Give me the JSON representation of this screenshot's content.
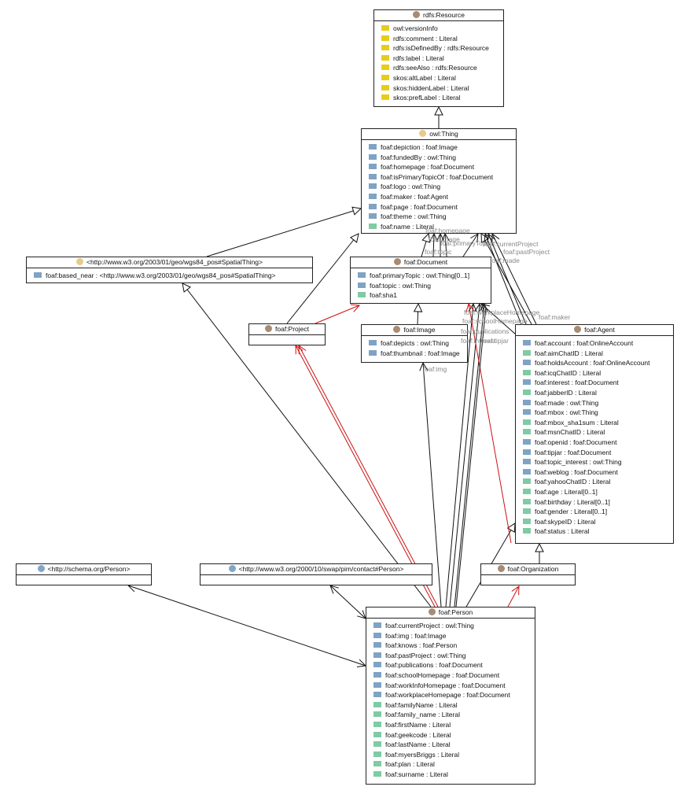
{
  "nodes": {
    "resource": {
      "title": "rdfs:Resource",
      "props": [
        {
          "label": "owl:versionInfo",
          "kind": "y"
        },
        {
          "label": "rdfs:comment : Literal",
          "kind": "y"
        },
        {
          "label": "rdfs:isDefinedBy : rdfs:Resource",
          "kind": "y"
        },
        {
          "label": "rdfs:label : Literal",
          "kind": "y"
        },
        {
          "label": "rdfs:seeAlso : rdfs:Resource",
          "kind": "y"
        },
        {
          "label": "skos:altLabel : Literal",
          "kind": "y"
        },
        {
          "label": "skos:hiddenLabel : Literal",
          "kind": "y"
        },
        {
          "label": "skos:prefLabel : Literal",
          "kind": "y"
        }
      ]
    },
    "thing": {
      "title": "owl:Thing",
      "props": [
        {
          "label": "foaf:depiction : foaf:Image",
          "kind": "b"
        },
        {
          "label": "foaf:fundedBy : owl:Thing",
          "kind": "b"
        },
        {
          "label": "foaf:homepage : foaf:Document",
          "kind": "b"
        },
        {
          "label": "foaf:isPrimaryTopicOf : foaf:Document",
          "kind": "b"
        },
        {
          "label": "foaf:logo : owl:Thing",
          "kind": "b"
        },
        {
          "label": "foaf:maker : foaf:Agent",
          "kind": "b"
        },
        {
          "label": "foaf:page : foaf:Document",
          "kind": "b"
        },
        {
          "label": "foaf:theme : owl:Thing",
          "kind": "b"
        },
        {
          "label": "foaf:name : Literal",
          "kind": "g"
        }
      ]
    },
    "spatial": {
      "title": "<http://www.w3.org/2003/01/geo/wgs84_pos#SpatialThing>",
      "props": [
        {
          "label": "foaf:based_near : <http://www.w3.org/2003/01/geo/wgs84_pos#SpatialThing>",
          "kind": "b"
        }
      ]
    },
    "document": {
      "title": "foaf:Document",
      "props": [
        {
          "label": "foaf:primaryTopic : owl:Thing[0..1]",
          "kind": "b"
        },
        {
          "label": "foaf:topic : owl:Thing",
          "kind": "b"
        },
        {
          "label": "foaf:sha1",
          "kind": "g"
        }
      ]
    },
    "project": {
      "title": "foaf:Project",
      "props": []
    },
    "image": {
      "title": "foaf:Image",
      "props": [
        {
          "label": "foaf:depicts : owl:Thing",
          "kind": "b"
        },
        {
          "label": "foaf:thumbnail : foaf:Image",
          "kind": "b"
        }
      ]
    },
    "agent": {
      "title": "foaf:Agent",
      "props": [
        {
          "label": "foaf:account : foaf:OnlineAccount",
          "kind": "b"
        },
        {
          "label": "foaf:aimChatID : Literal",
          "kind": "g"
        },
        {
          "label": "foaf:holdsAccount : foaf:OnlineAccount",
          "kind": "b"
        },
        {
          "label": "foaf:icqChatID : Literal",
          "kind": "g"
        },
        {
          "label": "foaf:interest : foaf:Document",
          "kind": "b"
        },
        {
          "label": "foaf:jabberID : Literal",
          "kind": "g"
        },
        {
          "label": "foaf:made : owl:Thing",
          "kind": "b"
        },
        {
          "label": "foaf:mbox : owl:Thing",
          "kind": "b"
        },
        {
          "label": "foaf:mbox_sha1sum : Literal",
          "kind": "g"
        },
        {
          "label": "foaf:msnChatID : Literal",
          "kind": "g"
        },
        {
          "label": "foaf:openid : foaf:Document",
          "kind": "b"
        },
        {
          "label": "foaf:tipjar : foaf:Document",
          "kind": "b"
        },
        {
          "label": "foaf:topic_interest : owl:Thing",
          "kind": "b"
        },
        {
          "label": "foaf:weblog : foaf:Document",
          "kind": "b"
        },
        {
          "label": "foaf:yahooChatID : Literal",
          "kind": "g"
        },
        {
          "label": "foaf:age : Literal[0..1]",
          "kind": "g"
        },
        {
          "label": "foaf:birthday : Literal[0..1]",
          "kind": "g"
        },
        {
          "label": "foaf:gender : Literal[0..1]",
          "kind": "g"
        },
        {
          "label": "foaf:skypeID : Literal",
          "kind": "g"
        },
        {
          "label": "foaf:status : Literal",
          "kind": "g"
        }
      ]
    },
    "schema": {
      "title": "<http://schema.org/Person>",
      "props": []
    },
    "contact": {
      "title": "<http://www.w3.org/2000/10/swap/pim/contact#Person>",
      "props": []
    },
    "organization": {
      "title": "foaf:Organization",
      "props": []
    },
    "person": {
      "title": "foaf:Person",
      "props": [
        {
          "label": "foaf:currentProject : owl:Thing",
          "kind": "b"
        },
        {
          "label": "foaf:img : foaf:Image",
          "kind": "b"
        },
        {
          "label": "foaf:knows : foaf:Person",
          "kind": "b"
        },
        {
          "label": "foaf:pastProject : owl:Thing",
          "kind": "b"
        },
        {
          "label": "foaf:publications : foaf:Document",
          "kind": "b"
        },
        {
          "label": "foaf:schoolHomepage : foaf:Document",
          "kind": "b"
        },
        {
          "label": "foaf:workInfoHomepage : foaf:Document",
          "kind": "b"
        },
        {
          "label": "foaf:workplaceHomepage : foaf:Document",
          "kind": "b"
        },
        {
          "label": "foaf:familyName : Literal",
          "kind": "g"
        },
        {
          "label": "foaf:family_name : Literal",
          "kind": "g"
        },
        {
          "label": "foaf:firstName : Literal",
          "kind": "g"
        },
        {
          "label": "foaf:geekcode : Literal",
          "kind": "g"
        },
        {
          "label": "foaf:lastName : Literal",
          "kind": "g"
        },
        {
          "label": "foaf:myersBriggs : Literal",
          "kind": "g"
        },
        {
          "label": "foaf:plan : Literal",
          "kind": "g"
        },
        {
          "label": "foaf:surname : Literal",
          "kind": "g"
        }
      ]
    }
  },
  "edge_labels": {
    "homepage": "foaf:homepage",
    "image": "foaf:image",
    "primary_topic": "foaf:primaryTopic",
    "topic": "foaf:topic",
    "made": "foaf:made",
    "maker": "foaf:maker",
    "img": "foaf:img",
    "current_project": "foaf:currentProject",
    "past_project": "foaf:pastProject",
    "workplace_homepage": "foaf:workplaceHomepage",
    "school_homepage": "foaf:schoolHomepage",
    "publications": "foaf:publications",
    "interest": "foaf:interest",
    "tipjar": "foaf:tipjar"
  },
  "colors": {
    "edge_black": "#111111",
    "edge_red": "#cc1111",
    "edge_label": "#888888"
  }
}
